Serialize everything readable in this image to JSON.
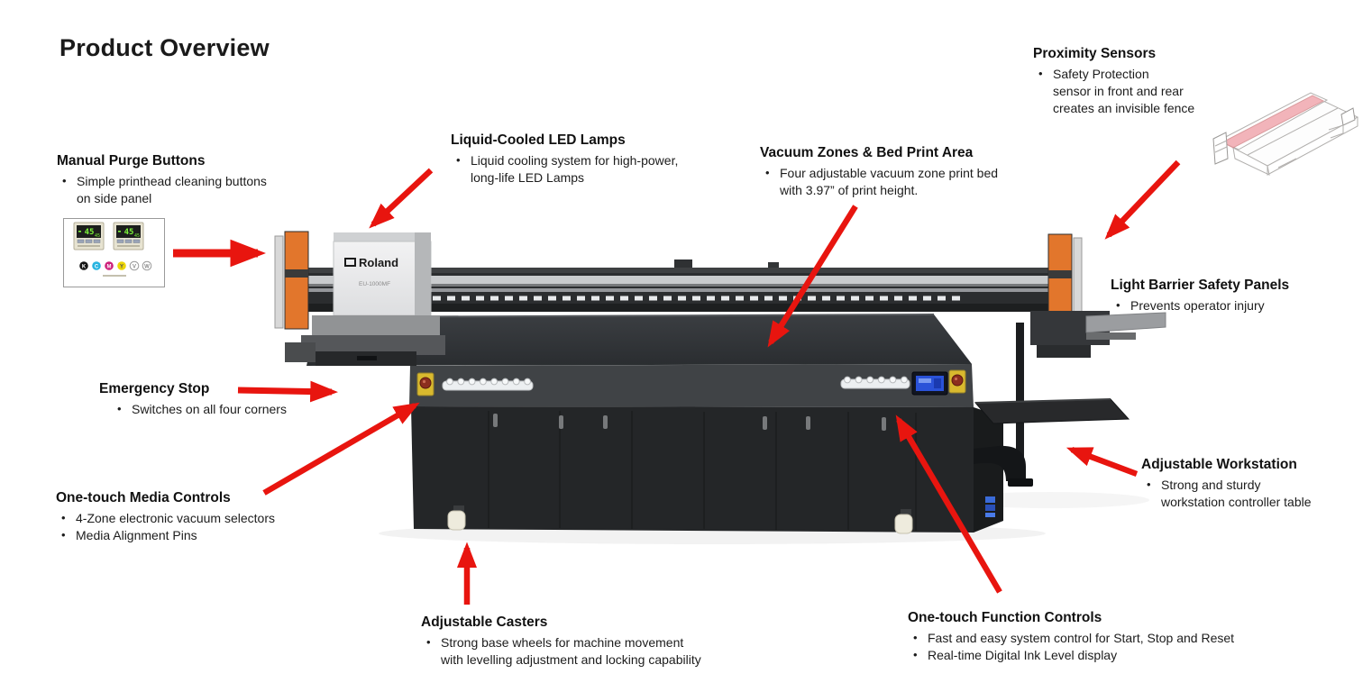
{
  "slide": {
    "title": "Product Overview"
  },
  "colors": {
    "arrow_red": "#e8150f",
    "safety_panel_orange": "#e2762c",
    "estop_yellow": "#d9b92e",
    "estop_red": "#8c2e1e",
    "lcd_blue": "#2a52d8",
    "gauge_green": "#7df53a",
    "machine_body_dark": "#242628"
  },
  "machine": {
    "brand": "Roland",
    "model": "EU-1000MF",
    "purge_inset": {
      "gauge_value": "45",
      "ink_channels": [
        "K",
        "C",
        "M",
        "Y",
        "V",
        "W"
      ]
    }
  },
  "callouts": {
    "manual_purge": {
      "title": "Manual Purge Buttons",
      "bullets": [
        "Simple printhead cleaning buttons\non side panel"
      ]
    },
    "led_lamps": {
      "title": "Liquid-Cooled LED Lamps",
      "bullets": [
        "Liquid cooling system for high-power,\nlong-life LED Lamps"
      ]
    },
    "vacuum_zones": {
      "title": "Vacuum Zones & Bed Print Area",
      "bullets": [
        "Four adjustable vacuum zone print bed\nwith 3.97” of print height."
      ]
    },
    "proximity_sensors": {
      "title": "Proximity Sensors",
      "bullets": [
        "Safety Protection\nsensor in front and rear\ncreates an invisible fence"
      ]
    },
    "light_barrier": {
      "title": "Light Barrier Safety Panels",
      "bullets": [
        "Prevents operator injury"
      ]
    },
    "emergency_stop": {
      "title": "Emergency Stop",
      "bullets": [
        "Switches on all four corners"
      ]
    },
    "media_controls": {
      "title": "One-touch Media Controls",
      "bullets": [
        "4-Zone electronic vacuum selectors",
        "Media Alignment Pins"
      ]
    },
    "casters": {
      "title": "Adjustable Casters",
      "bullets": [
        "Strong base wheels for machine movement\nwith levelling adjustment and locking capability"
      ]
    },
    "function_controls": {
      "title": "One-touch Function Controls",
      "bullets": [
        "Fast and easy system control for Start, Stop and Reset",
        "Real-time Digital Ink Level display"
      ]
    },
    "workstation": {
      "title": "Adjustable Workstation",
      "bullets": [
        "Strong and sturdy\nworkstation controller table"
      ]
    }
  }
}
